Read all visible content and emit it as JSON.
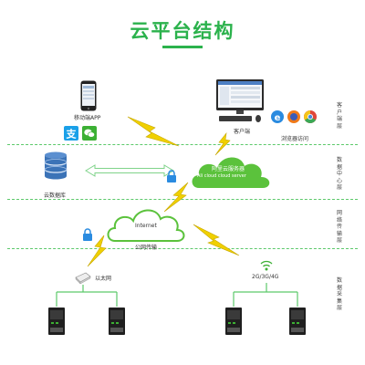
{
  "title": "云平台结构",
  "layers": {
    "client": "客户端层",
    "datacenter": "数据中心层",
    "network": "网络传输层",
    "collect": "数据采集层"
  },
  "labels": {
    "mobile_app": "移动端APP",
    "client_pc": "客户端",
    "browser_access": "浏览器访问",
    "cloud_server_cn": "阿里云服务器",
    "cloud_server_en": "Ali cloud cloud server",
    "cloud_db": "云数据库",
    "internet": "Internet",
    "public_net": "公网传输",
    "ethernet": "以太网",
    "mobile_net": "2G/3G/4G"
  },
  "colors": {
    "accent": "#2bb24c",
    "dash": "#5cc96b",
    "cloud": "#5bc23c",
    "bolt": "#f0d000",
    "arrow": "#7fd38a",
    "db": "#3b73b7"
  }
}
